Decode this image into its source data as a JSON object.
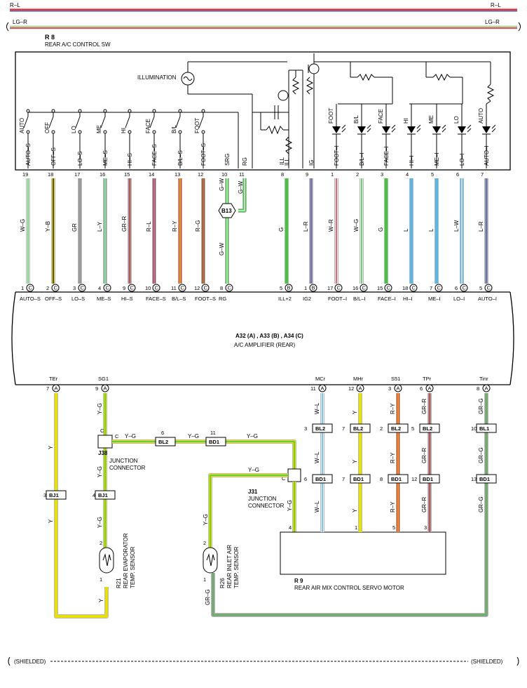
{
  "bus": {
    "top_wire": "R–L",
    "second_wire": "LG–R",
    "shielded": "(SHIELDED)"
  },
  "switch_block": {
    "code": "R 8",
    "name": "REAR A/C CONTROL SW",
    "illumination": "ILLUMINATION",
    "switch_labels": [
      "AUTO",
      "OFF",
      "LO",
      "ME",
      "HI",
      "FACE",
      "B/L",
      "FOOT"
    ],
    "led_labels": [
      "FOOT",
      "B/L",
      "FACE",
      "HI",
      "ME",
      "LO",
      "AUTO"
    ],
    "ill_label": "ILL",
    "terminals": [
      {
        "name": "AUTO–S",
        "pin": "19",
        "color": "W–G"
      },
      {
        "name": "OFF–S",
        "pin": "18",
        "color": "Y–B"
      },
      {
        "name": "LO–S",
        "pin": "17",
        "color": "GR"
      },
      {
        "name": "ME–S",
        "pin": "16",
        "color": "L–Y"
      },
      {
        "name": "HI–S",
        "pin": "15",
        "color": "GR–R"
      },
      {
        "name": "FACE–S",
        "pin": "14",
        "color": "R–L"
      },
      {
        "name": "B/L–S",
        "pin": "13",
        "color": "R–Y"
      },
      {
        "name": "FOOT–S",
        "pin": "12",
        "color": "R–G"
      },
      {
        "name": "SRG",
        "pin": "10",
        "color": "G–W"
      },
      {
        "name": "RG",
        "pin": "11",
        "color": "G–W"
      },
      {
        "name": "ILL",
        "pin": "8",
        "color": "G"
      },
      {
        "name": "IG",
        "pin": "9",
        "color": "L–R"
      },
      {
        "name": "FOOT–I",
        "pin": "1",
        "color": "W–R"
      },
      {
        "name": "B/L–I",
        "pin": "2",
        "color": "W–G"
      },
      {
        "name": "FACE–I",
        "pin": "3",
        "color": "G"
      },
      {
        "name": "HI–I",
        "pin": "4",
        "color": "L"
      },
      {
        "name": "ME–I",
        "pin": "5",
        "color": "L"
      },
      {
        "name": "LO–I",
        "pin": "6",
        "color": "L–W"
      },
      {
        "name": "AUTO–I",
        "pin": "7",
        "color": "L–R"
      }
    ],
    "splice": "B13"
  },
  "amplifier": {
    "connectors_line": [
      "A32",
      "A",
      "A33",
      "B",
      "A34",
      "C"
    ],
    "name": "A/C AMPLIFIER (REAR)",
    "top_pins": [
      {
        "pin": "1",
        "conn": "C",
        "name": "AUTO–S"
      },
      {
        "pin": "2",
        "conn": "C",
        "name": "OFF–S"
      },
      {
        "pin": "3",
        "conn": "C",
        "name": "LO–S"
      },
      {
        "pin": "4",
        "conn": "C",
        "name": "ME–S"
      },
      {
        "pin": "9",
        "conn": "C",
        "name": "HI–S"
      },
      {
        "pin": "10",
        "conn": "C",
        "name": "FACE–S"
      },
      {
        "pin": "11",
        "conn": "C",
        "name": "B/L–S"
      },
      {
        "pin": "12",
        "conn": "C",
        "name": "FOOT–S"
      },
      {
        "pin": "8",
        "conn": "C",
        "name": "RG"
      },
      {
        "pin": "5",
        "conn": "B",
        "name": "ILL+2"
      },
      {
        "pin": "1",
        "conn": "B",
        "name": "IG2"
      },
      {
        "pin": "17",
        "conn": "C",
        "name": "FOOT–I"
      },
      {
        "pin": "16",
        "conn": "C",
        "name": "B/L–I"
      },
      {
        "pin": "15",
        "conn": "C",
        "name": "FACE–I"
      },
      {
        "pin": "18",
        "conn": "C",
        "name": "HI–I"
      },
      {
        "pin": "7",
        "conn": "C",
        "name": "ME–I"
      },
      {
        "pin": "6",
        "conn": "C",
        "name": "LO–I"
      },
      {
        "pin": "5",
        "conn": "C",
        "name": "AUTO–I"
      }
    ],
    "bottom_pins": [
      {
        "name": "TEr",
        "pin": "7",
        "conn": "A"
      },
      {
        "name": "SG1",
        "pin": "9",
        "conn": "A"
      },
      {
        "name": "MCr",
        "pin": "11",
        "conn": "A"
      },
      {
        "name": "MHr",
        "pin": "12",
        "conn": "A"
      },
      {
        "name": "S51",
        "pin": "3",
        "conn": "A"
      },
      {
        "name": "TPr",
        "pin": "6",
        "conn": "A"
      },
      {
        "name": "Tinr",
        "pin": "8",
        "conn": "A"
      }
    ]
  },
  "lower": {
    "j38_code": "J38",
    "j38_name": [
      "JUNCTION",
      "CONNECTOR"
    ],
    "j31_code": "J31",
    "j31_name": [
      "JUNCTION",
      "CONNECTOR"
    ],
    "r21_code": "R21",
    "r21_name": [
      "REAR EVAPORATOR",
      "TEMP. SENSOR"
    ],
    "r26_code": "R26",
    "r26_name": [
      "REAR INLET AIR",
      "TEMP. SENSOR"
    ],
    "r9_code": "R 9",
    "r9_name": "REAR AIR MIX CONTROL SERVO MOTOR",
    "c_label": "C",
    "wire_labels": {
      "y": "Y",
      "yg": "Y–G",
      "grg": "GR–G",
      "wl": "W–L",
      "ry": "R–Y",
      "grr": "GR–R"
    },
    "connectors": {
      "bj1": "BJ1",
      "bl2": "BL2",
      "bd1": "BD1",
      "bl1": "BL1"
    },
    "pins": {
      "bj1_a": "3",
      "bj1_b": "4",
      "bl2_j": "6",
      "bd1_j": "11",
      "mc_bl2": "3",
      "mh_bl2": "7",
      "s5_bl2": "2",
      "tp_bl2": "5",
      "tin_bl1": "10",
      "mc_bd1": "6",
      "mh_bd1": "7",
      "s5_bd1": "8",
      "tp_bd1": "12",
      "tin_bd1": "13",
      "motor_4": "4",
      "motor_1": "1",
      "motor_5": "5",
      "motor_3": "3",
      "r21_2": "2",
      "r21_1": "1",
      "r26_2": "2",
      "r26_1": "1"
    }
  }
}
